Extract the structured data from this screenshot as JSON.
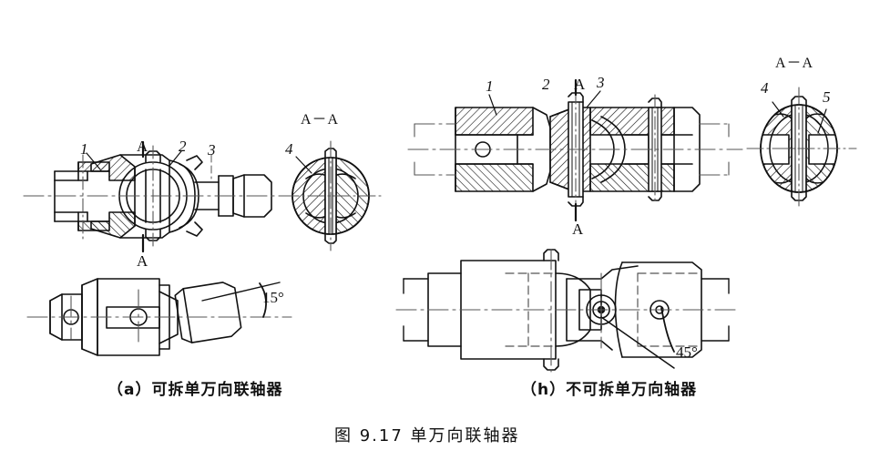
{
  "figure": {
    "number": "图 9.17",
    "title": "单万向联轴器",
    "caption_full": "图 9.17  单万向联轴器",
    "background_color": "#ffffff",
    "line_color": "#111111"
  },
  "subfigures": [
    {
      "id": "a",
      "caption": "（a）可拆单万向联轴器",
      "section_title": "A－A",
      "part_numbers": [
        "1",
        "2",
        "3",
        "4"
      ],
      "section_markers": [
        "A",
        "A"
      ],
      "angle_annotation": "15°"
    },
    {
      "id": "b",
      "caption": "（h）不可拆单万向轴器",
      "section_title": "A－A",
      "part_numbers": [
        "1",
        "2",
        "3",
        "4",
        "5"
      ],
      "section_markers": [
        "A",
        "A"
      ],
      "angle_annotation": "45°"
    }
  ],
  "labels": {
    "a_part_1": "1",
    "a_part_2": "2",
    "a_part_3": "3",
    "a_part_4": "4",
    "a_sec_top": "A",
    "a_sec_bottom": "A",
    "a_sec_title": "A－A",
    "a_angle": "15°",
    "b_part_1": "1",
    "b_part_2": "2",
    "b_part_3": "3",
    "b_part_4": "4",
    "b_part_5": "5",
    "b_sec_top": "A",
    "b_sec_bottom": "A",
    "b_sec_title": "A－A",
    "b_angle": "45°"
  }
}
